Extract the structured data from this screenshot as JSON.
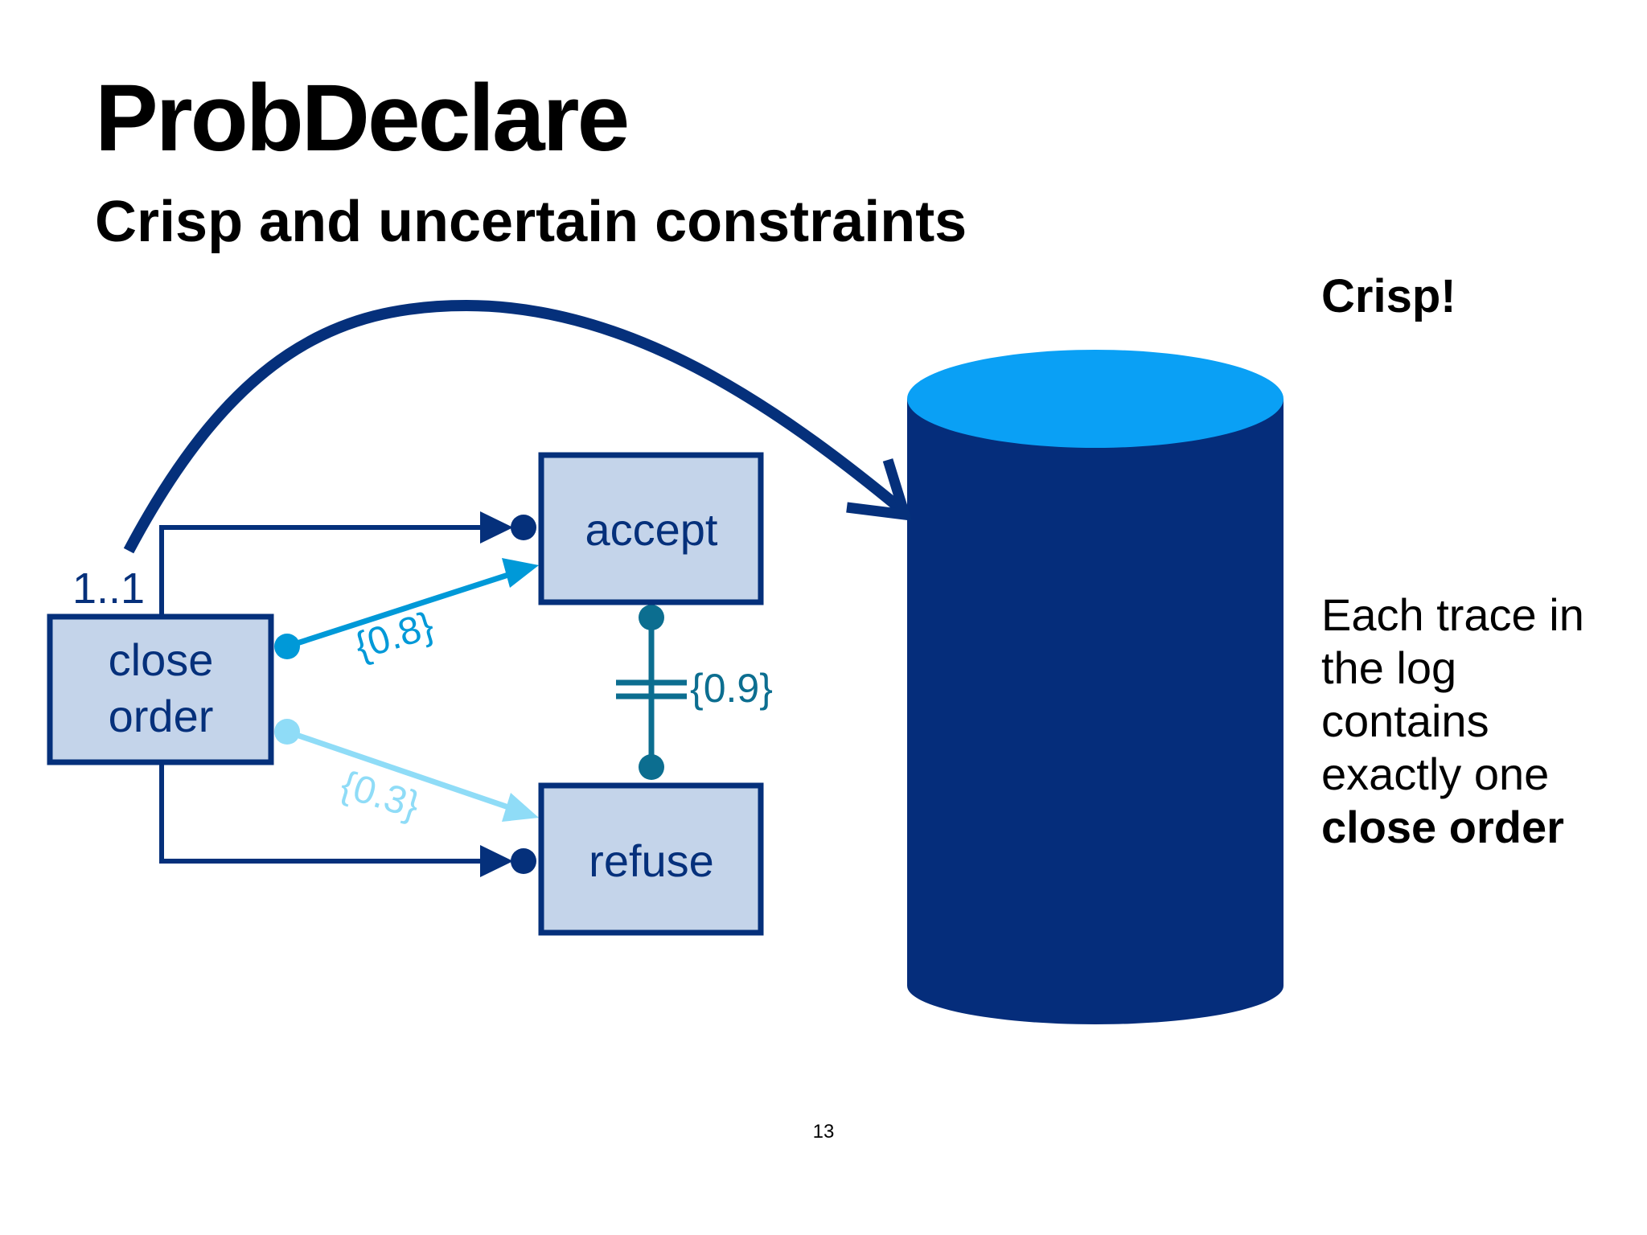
{
  "slide": {
    "title": "ProbDeclare",
    "subtitle": "Crisp and uncertain constraints",
    "page_number": "13"
  },
  "side": {
    "heading": "Crisp!",
    "description_lines": [
      "Each trace in",
      "the log",
      "contains",
      "exactly one"
    ],
    "description_emphasis": "close order"
  },
  "diagram": {
    "activities": {
      "close_order": [
        "close",
        "order"
      ],
      "accept": "accept",
      "refuse": "refuse"
    },
    "cardinality": "1..1",
    "probabilities": {
      "close_order_to_accept": "{0.8}",
      "close_order_to_refuse": "{0.3}",
      "accept_refuse_exclusion": "{0.9}"
    },
    "colors": {
      "dark_blue": "#05307b",
      "box_fill": "#c4d4ea",
      "medium_blue": "#0099d8",
      "light_blue": "#8fdcf7",
      "teal": "#0c6e90",
      "cylinder_body": "#052d7b",
      "cylinder_top": "#0aa0f5"
    }
  }
}
